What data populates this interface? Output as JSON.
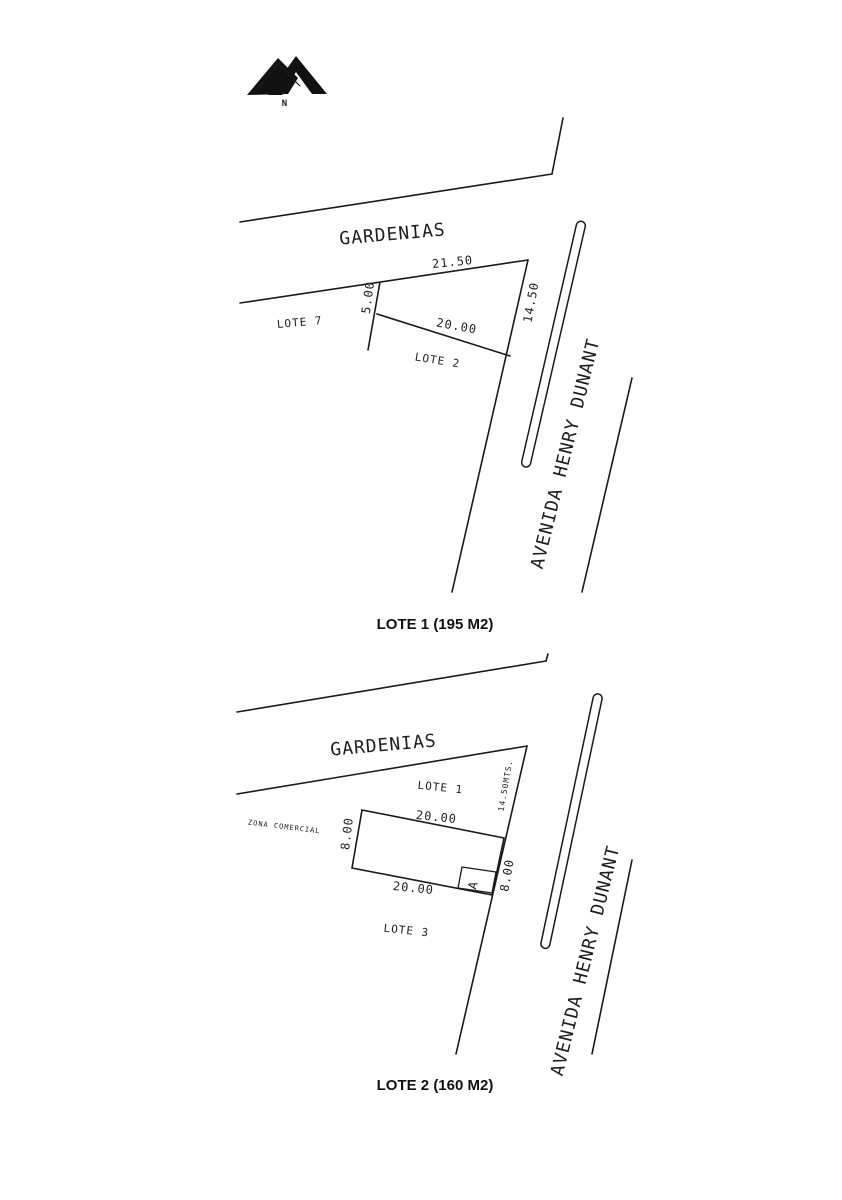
{
  "logo": {
    "letter": "N"
  },
  "plan1": {
    "street_top": "GARDENIAS",
    "avenue": "AVENIDA HENRY DUNANT",
    "dim_top": "21.50",
    "dim_left": "5.00",
    "dim_inner": "20.00",
    "dim_right": "14.50",
    "lot_left": "LOTE 7",
    "lot_below": "LOTE 2",
    "caption": "LOTE 1 (195 M2)"
  },
  "plan2": {
    "street_top": "GARDENIAS",
    "avenue": "AVENIDA HENRY DUNANT",
    "lot_above": "LOTE 1",
    "dim_corner": "14.50MTS.",
    "zone_label": "ZONA COMERCIAL",
    "dim_left": "8.00",
    "dim_top": "20.00",
    "dim_bottom": "20.00",
    "dim_right": "8.00",
    "marker": "A",
    "lot_below": "LOTE 3",
    "caption": "LOTE 2 (160 M2)"
  }
}
